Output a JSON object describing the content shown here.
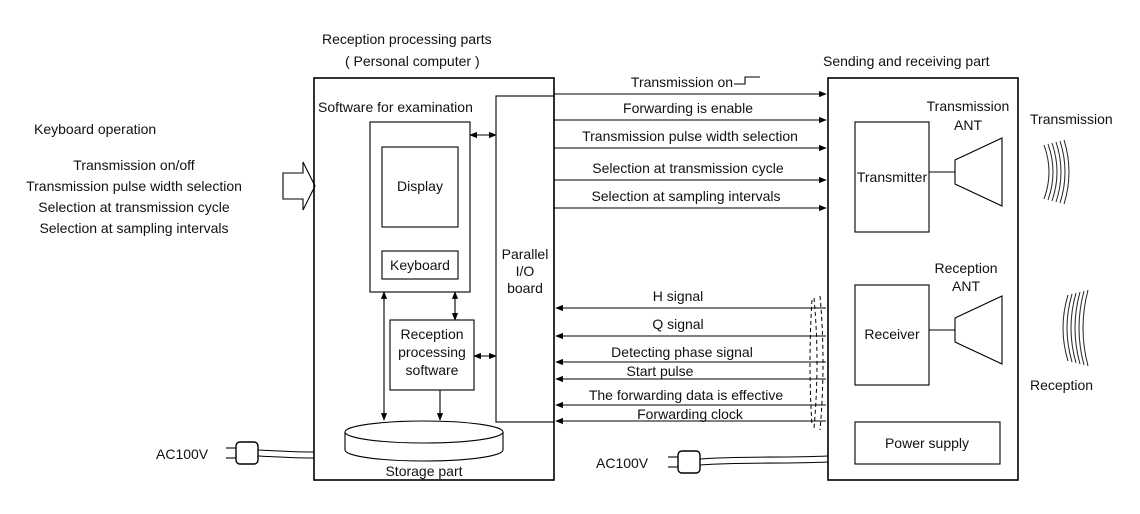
{
  "labels": {
    "reception_parts": "Reception processing parts",
    "personal_computer": "( Personal computer )",
    "sending_receiving_part": "Sending and receiving part",
    "software_for_examination": "Software for examination",
    "display": "Display",
    "keyboard": "Keyboard",
    "reception_software_1": "Reception",
    "reception_software_2": "processing",
    "reception_software_3": "software",
    "parallel_1": "Parallel",
    "parallel_2": "I/O",
    "parallel_3": "board",
    "storage_part": "Storage part",
    "transmitter": "Transmitter",
    "receiver": "Receiver",
    "power_supply": "Power supply",
    "transmission_ant_1": "Transmission",
    "transmission_ant_2": "ANT",
    "reception_ant_1": "Reception",
    "reception_ant_2": "ANT",
    "transmission": "Transmission",
    "reception": "Reception",
    "ac_left": "AC100V",
    "ac_mid": "AC100V"
  },
  "keyboard_operation": {
    "title": "Keyboard operation",
    "items": [
      "Transmission on/off",
      "Transmission pulse width selection",
      "Selection at transmission cycle",
      "Selection at sampling intervals"
    ]
  },
  "outgoing_signals": [
    "Transmission on",
    "Forwarding is enable",
    "Transmission pulse width selection",
    "Selection at transmission cycle",
    "Selection at sampling intervals"
  ],
  "incoming_signals": [
    "H signal",
    "Q signal",
    "Detecting phase signal",
    "Start pulse",
    "The forwarding data is effective",
    "Forwarding clock"
  ]
}
